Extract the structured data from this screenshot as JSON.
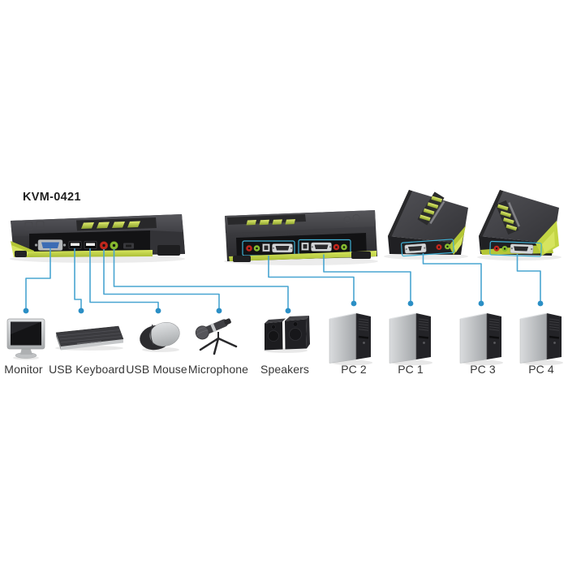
{
  "title": {
    "label": "KVM-0421"
  },
  "diagram": {
    "device": {
      "model": "KVM-0421",
      "views": [
        "front-console-view",
        "rear-pc-ports-view",
        "angled-unit-left",
        "angled-unit-right"
      ],
      "front_ports": [
        "VGA console port",
        "USB port 1",
        "USB port 2",
        "Microphone jack",
        "Speaker jack"
      ],
      "rear_port_groups": [
        "PC port group 1",
        "PC port group 2"
      ]
    },
    "peripherals": [
      {
        "id": "monitor",
        "label": "Monitor"
      },
      {
        "id": "usb-keyboard",
        "label": "USB Keyboard"
      },
      {
        "id": "usb-mouse",
        "label": "USB Mouse"
      },
      {
        "id": "microphone",
        "label": "Microphone"
      },
      {
        "id": "speakers",
        "label": "Speakers"
      },
      {
        "id": "pc2",
        "label": "PC 2"
      },
      {
        "id": "pc1",
        "label": "PC 1"
      },
      {
        "id": "pc3",
        "label": "PC 3"
      },
      {
        "id": "pc4",
        "label": "PC 4"
      }
    ],
    "connections": [
      {
        "from": "vga-console-port",
        "to": "monitor"
      },
      {
        "from": "usb-port-1",
        "to": "usb-keyboard"
      },
      {
        "from": "usb-port-2",
        "to": "usb-mouse"
      },
      {
        "from": "microphone-jack",
        "to": "microphone"
      },
      {
        "from": "speaker-jack",
        "to": "speakers"
      },
      {
        "from": "rear-pc-port-group-1",
        "to": "pc2"
      },
      {
        "from": "rear-pc-port-group-2",
        "to": "pc1"
      },
      {
        "from": "angled-unit-left-port-group",
        "to": "pc3"
      },
      {
        "from": "angled-unit-right-port-group",
        "to": "pc4"
      }
    ],
    "colors": {
      "background": "#ffffff",
      "connection_line": "#49a5d1",
      "connection_dot": "#2b8fc5",
      "device_body": "#2e2e31",
      "accent_green": "#bdd041",
      "port_outline": "#3fb0d4",
      "vga_blue": "#3c6cb4",
      "mic_jack_red": "#c1271d",
      "audio_jack_green": "#86ba2f",
      "label_text": "#373737"
    }
  }
}
